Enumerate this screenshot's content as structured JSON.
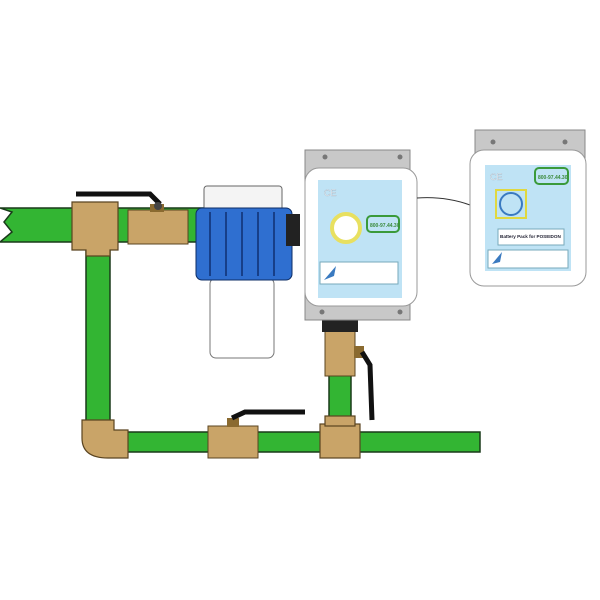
{
  "controller": {
    "ce_mark": "CE",
    "phone": "800-97.44.30"
  },
  "battery_pack": {
    "ce_mark": "CE",
    "phone": "800-97.44.30",
    "title": "Battery Pack for POSEIDON"
  },
  "colors": {
    "pipe": "#33b533",
    "brass": "#c9a468",
    "filter_head": "#2f6fd0",
    "label": "#bfe3f5",
    "plate": "#c8c8c8"
  }
}
